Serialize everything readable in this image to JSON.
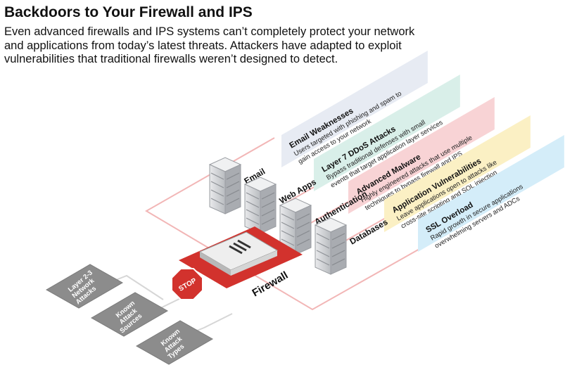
{
  "title": "Backdoors to Your Firewall and IPS",
  "intro": [
    "Even advanced firewalls and IPS systems can’t completely protect your network",
    "and applications from today’s latest threats. Attackers have adapted to exploit",
    "vulnerabilities that traditional firewalls weren’t designed to detect."
  ],
  "threats": [
    {
      "title": "Email Weaknesses",
      "lines": [
        "Users targeted with phishing and spam to",
        "gain access to your network"
      ],
      "color": "#e7ebf3"
    },
    {
      "title": "Layer 7 DDoS Attacks",
      "lines": [
        "Bypass traditional defenses with small",
        "events that target application layer services"
      ],
      "color": "#d9efe9"
    },
    {
      "title": "Advanced Malware",
      "lines": [
        "Highly engineered attacks that use multiple",
        "techniques to bypass firewall and IPS"
      ],
      "color": "#f8d3d5"
    },
    {
      "title": "Application Vulnerabilities",
      "lines": [
        "Leave applications open to attacks like",
        "cross-site scripting and SQL injection"
      ],
      "color": "#fbf0c4"
    },
    {
      "title": "SSL Overload",
      "lines": [
        "Rapid growth in secure applications",
        "overwhelming servers and ADCs"
      ],
      "color": "#d4edf9"
    }
  ],
  "servers": [
    "Email",
    "Web Apps",
    "Authentication",
    "Databases"
  ],
  "firewall_label": "Firewall",
  "stop_label": "STOP",
  "attacks": [
    [
      "Layer 2-3",
      "Network",
      "Attacks"
    ],
    [
      "Known",
      "Attack",
      "Sources"
    ],
    [
      "Known",
      "Attack",
      "Types"
    ]
  ],
  "colors": {
    "accent": "#d2322d",
    "perimeter": "#f2b6b6",
    "attack_box": "#8c8c8c",
    "server": "#c9ccd0"
  }
}
